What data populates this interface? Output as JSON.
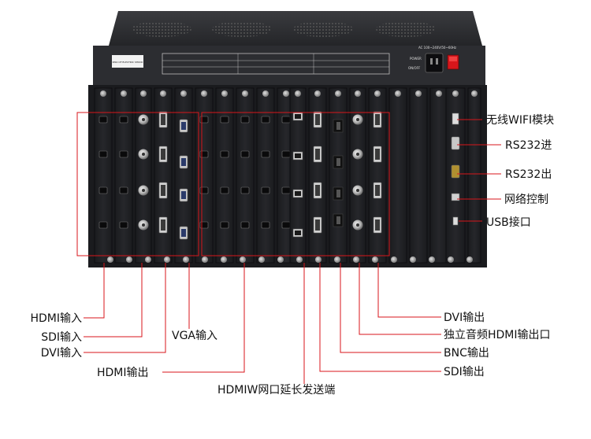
{
  "chassis": {
    "power_label": "POWER",
    "onoff_label": "ON/OFF",
    "voltage_label": "AC 100~240V/50~60Hz",
    "warning_label": "RISK OF ELECTRIC SHOCK"
  },
  "callouts_left": {
    "hdmi_in": "HDMI输入",
    "sdi_in": "SDI输入",
    "dvi_in": "DVI输入",
    "vga_in": "VGA输入",
    "hdmi_out": "HDMI输出",
    "hdbaset_tx": "HDMIW网口延长发送端"
  },
  "callouts_right": {
    "wifi": "无线WIFI模块",
    "rs232_in": "RS232进",
    "rs232_out": "RS232出",
    "network": "网络控制",
    "usb": "USB接口"
  },
  "callouts_bottom_right": {
    "dvi_out": "DVI输出",
    "audio_hdmi_out": "独立音频HDMI输出口",
    "bnc_out": "BNC输出",
    "sdi_out": "SDI输出"
  },
  "colors": {
    "chassis": "#2a2b2e",
    "panel": "#1c1d20",
    "callout_line": "#d8161b"
  }
}
